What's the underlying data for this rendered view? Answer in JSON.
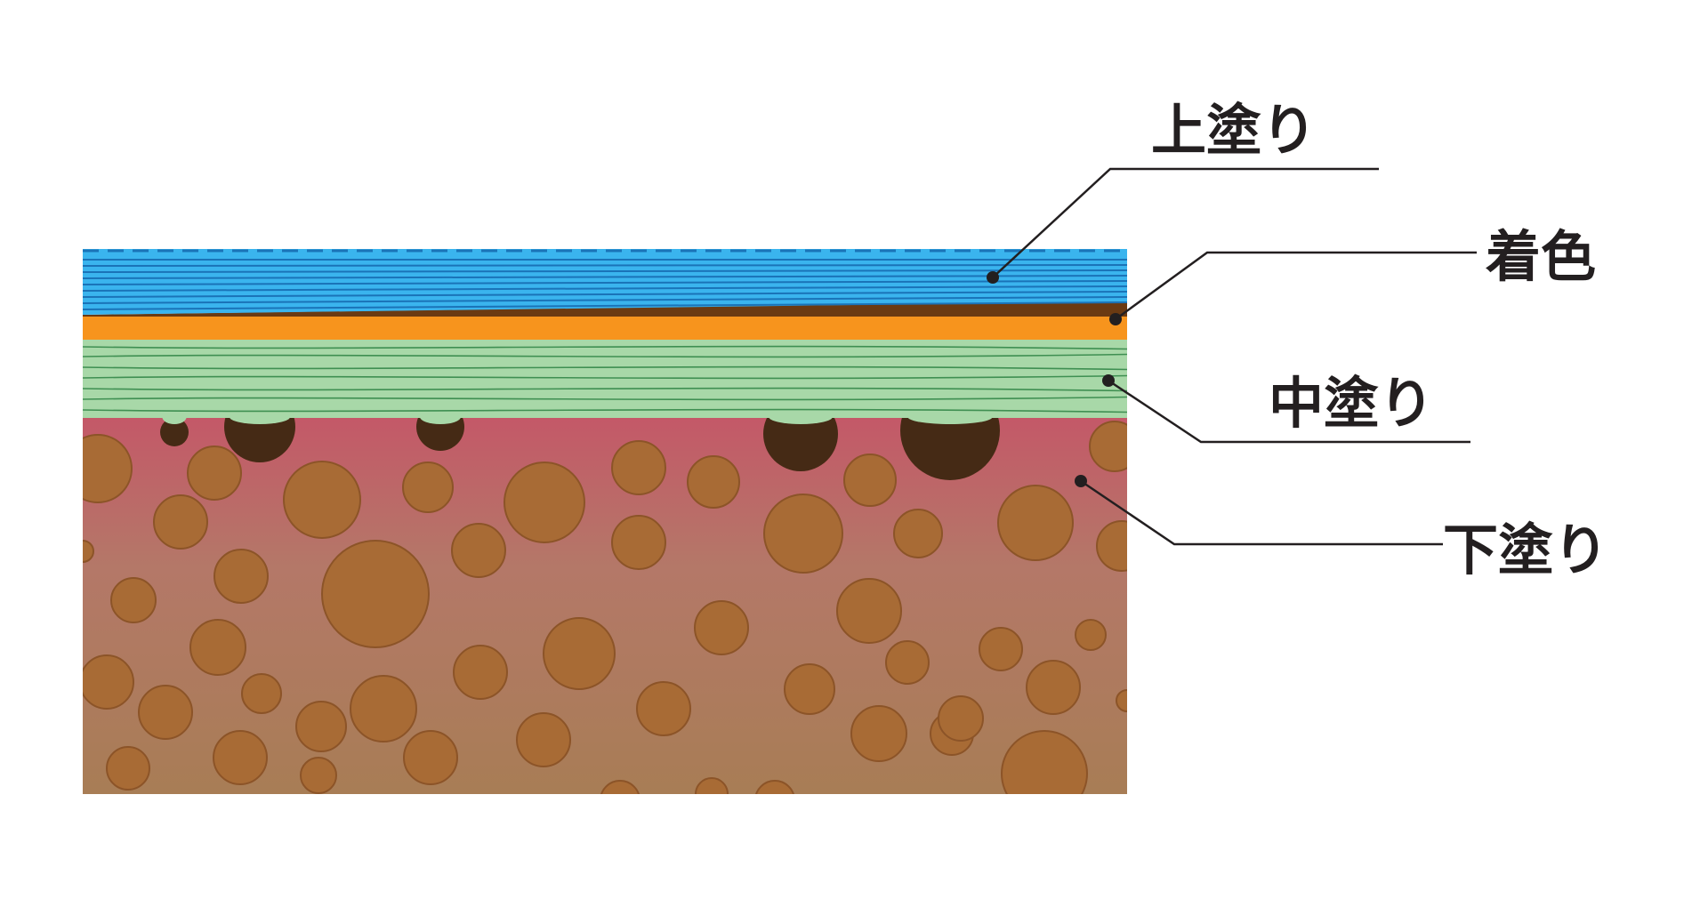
{
  "labels": {
    "top_coat": "上塗り",
    "stain": "着色",
    "middle_coat": "中塗り",
    "base_coat": "下塗り"
  },
  "colors": {
    "top_coat": "#3ab4ee",
    "top_coat_lines": "#1a73b8",
    "stain": "#6b3a12",
    "orange_band": "#f7941d",
    "middle_coat": "#a8d8a8",
    "middle_coat_lines": "#3f8f52",
    "base_coat_top": "#c45868",
    "base_coat_bottom": "#a87d55",
    "particle": "#a86b35",
    "particle_edge": "#8c5428",
    "void": "#452a15",
    "leader_line": "#231f20"
  }
}
